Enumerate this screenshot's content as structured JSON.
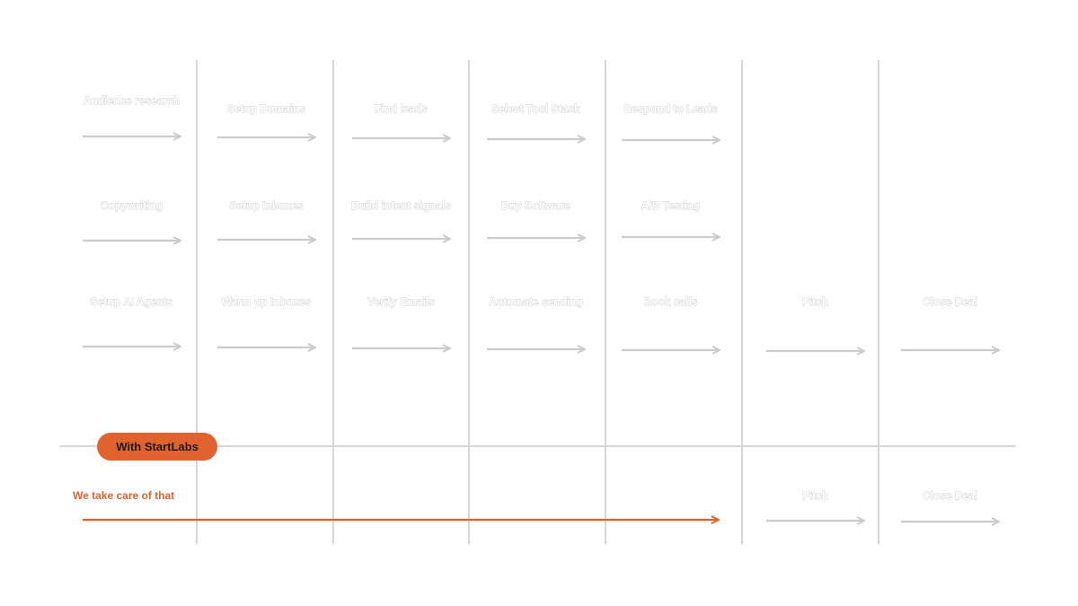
{
  "colors": {
    "grid": "#d6d6d6",
    "arrow_gray": "#cccccc",
    "label_outline": "#cfcfcf",
    "accent": "#e0622e",
    "badge_text": "#1b1b1b"
  },
  "without_rows": [
    [
      "Audience research",
      "Setup Domains",
      "Find leads",
      "Select Tool Stack",
      "Respond to Leads"
    ],
    [
      "Copywriting",
      "Setup Inboxes",
      "Build intent signals",
      "Buy Software",
      "A/B Testing"
    ],
    [
      "Setup AI Agents",
      "Warm up Inboxes",
      "Verify Emails",
      "Automate sending",
      "Book calls",
      "Pitch",
      "Close Deal"
    ]
  ],
  "badge": {
    "label": "With StartLabs"
  },
  "with_row": {
    "caption": "We take care of that",
    "steps": [
      "Pitch",
      "Close Deal"
    ]
  }
}
